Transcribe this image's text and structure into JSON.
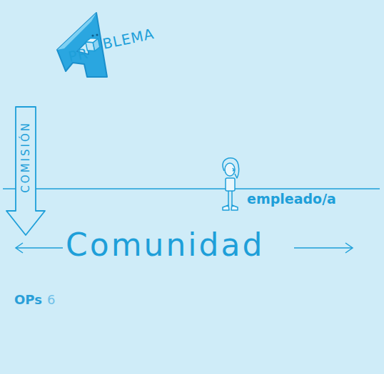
{
  "diagram": {
    "nodes": [
      {
        "text": [
          "COMISIÓN"
        ]
      }
    ],
    "labels": [
      "PR",
      "BLEMA",
      "empleado/a",
      "Comunidad",
      "OPs",
      "6"
    ]
  }
}
